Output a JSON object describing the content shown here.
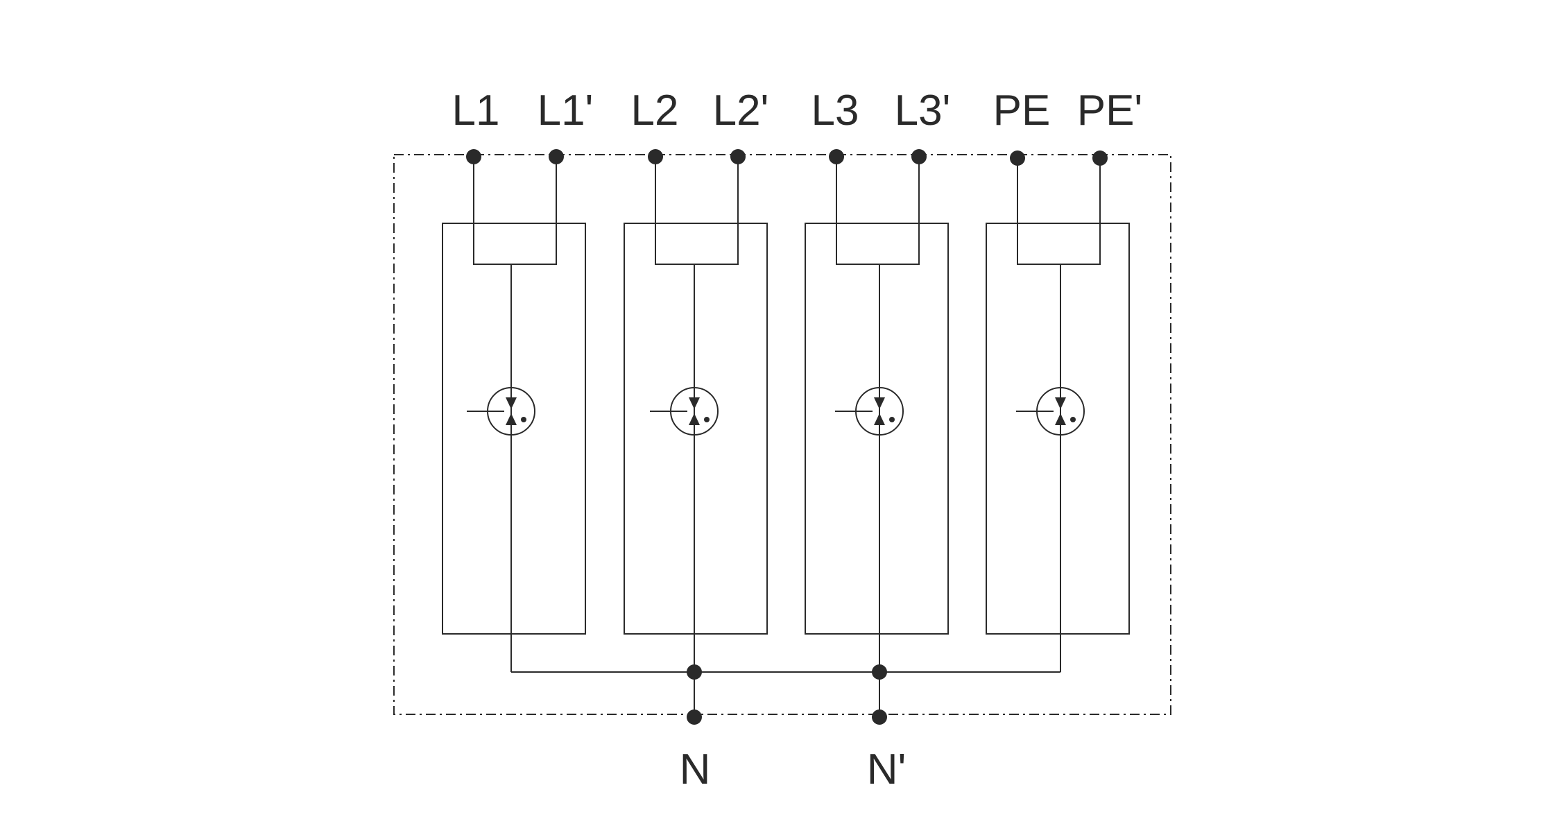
{
  "terminals_top": [
    "L1",
    "L1'",
    "L2",
    "L2'",
    "L3",
    "L3'",
    "PE",
    "PE'"
  ],
  "terminals_bottom": [
    "N",
    "N'"
  ],
  "modules": [
    {
      "inputs": [
        "L1",
        "L1'"
      ],
      "component": "spark-gap-icon"
    },
    {
      "inputs": [
        "L2",
        "L2'"
      ],
      "component": "spark-gap-icon"
    },
    {
      "inputs": [
        "L3",
        "L3'"
      ],
      "component": "spark-gap-icon"
    },
    {
      "inputs": [
        "PE",
        "PE'"
      ],
      "component": "spark-gap-icon"
    }
  ],
  "colors": {
    "line": "#2a2a2a",
    "background": "#ffffff"
  }
}
